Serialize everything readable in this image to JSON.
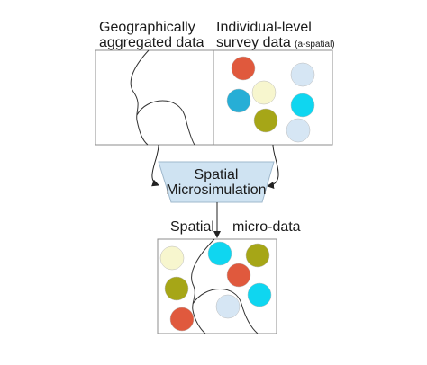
{
  "labels": {
    "geo_line1": "Geographically",
    "geo_line2": "aggregated data",
    "survey_line1": "Individual-level",
    "survey_line2": "survey data",
    "survey_note": "(a-spatial)",
    "process_line1": "Spatial",
    "process_line2": "Microsimulation",
    "output_left": "Spatial",
    "output_right": "micro-data"
  },
  "colors": {
    "box_fill": "#ffffff",
    "box_stroke": "#8c8c8c",
    "process_fill": "#cfe3f2",
    "orange": "#e0593d",
    "light_blue": "#d6e6f4",
    "pale_yellow": "#f7f6ce",
    "teal": "#27aed6",
    "cyan": "#0fd6f0",
    "olive": "#a6a617"
  }
}
